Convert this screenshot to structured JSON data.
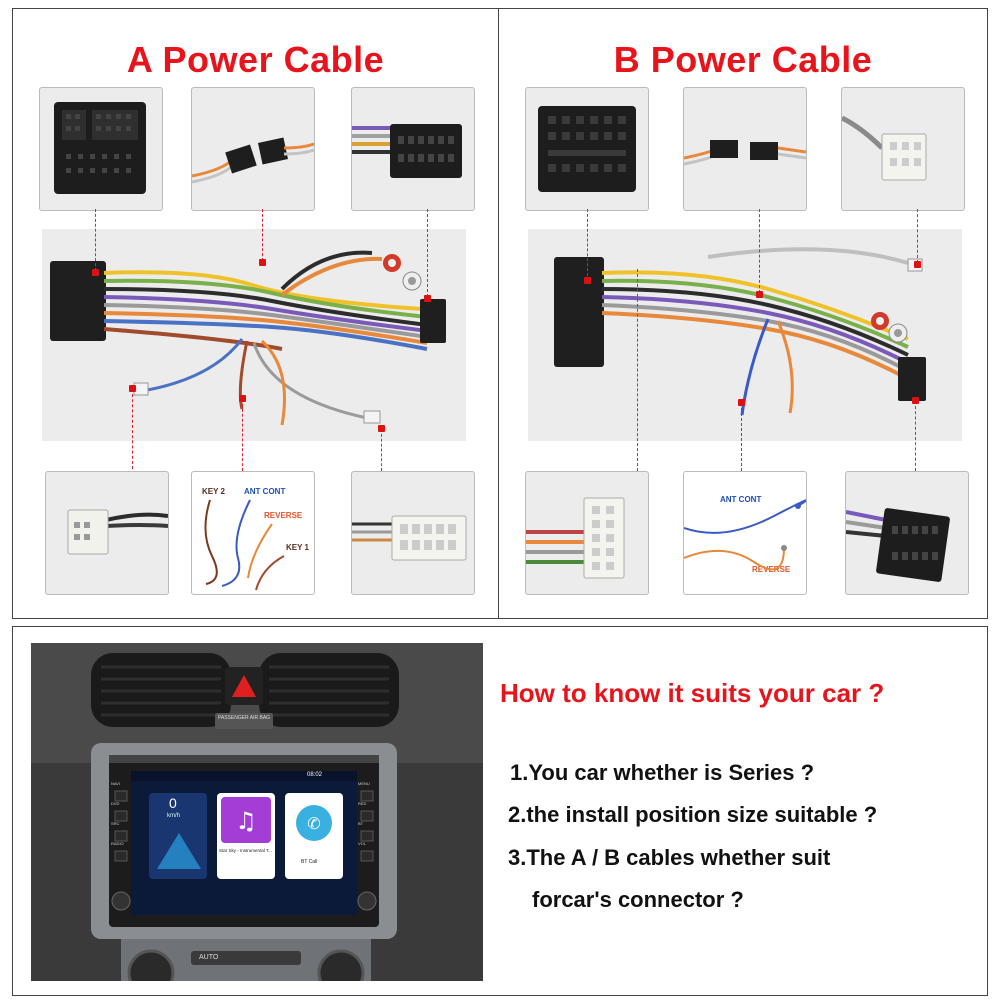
{
  "panel_a": {
    "title": "A Power Cable",
    "labels": {
      "key2": "KEY 2",
      "ant_cont": "ANT CONT",
      "reverse": "REVERSE",
      "key1": "KEY 1"
    }
  },
  "panel_b": {
    "title": "B Power Cable",
    "labels": {
      "ant_cont": "ANT CONT",
      "reverse": "REVERSE"
    }
  },
  "info": {
    "heading": "How to know it suits your car ?",
    "items": [
      "1.You car whether is Series ?",
      "2.the install position size suitable ?",
      "3.The A / B cables whether suit",
      "forcar's connector ?"
    ]
  },
  "car_photo": {
    "hazard_label": "PASSENGER AIR BAG",
    "screen_time": "08:02",
    "speed_value": "0",
    "speed_unit": "km/h",
    "song": "Star Sky - Instrumental T...",
    "bt_label": "BT Call",
    "left_buttons": [
      "NAVI",
      "DVD",
      "SRC",
      "RADIO"
    ],
    "right_buttons": [
      "MENU",
      "RED",
      "BT",
      "VOL"
    ],
    "auto_label": "AUTO"
  },
  "colors": {
    "title_red": "#e8141c",
    "label_blue": "#1f4fb5",
    "label_orange": "#e0542a"
  }
}
